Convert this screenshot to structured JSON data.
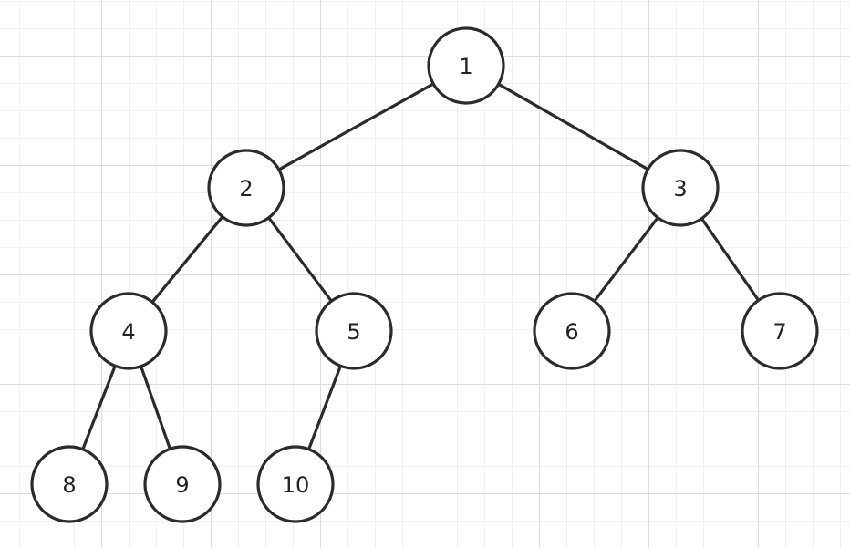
{
  "diagram": {
    "type": "binary-tree",
    "nodes": [
      {
        "id": "1",
        "label": "1"
      },
      {
        "id": "2",
        "label": "2"
      },
      {
        "id": "3",
        "label": "3"
      },
      {
        "id": "4",
        "label": "4"
      },
      {
        "id": "5",
        "label": "5"
      },
      {
        "id": "6",
        "label": "6"
      },
      {
        "id": "7",
        "label": "7"
      },
      {
        "id": "8",
        "label": "8"
      },
      {
        "id": "9",
        "label": "9"
      },
      {
        "id": "10",
        "label": "10"
      }
    ],
    "edges": [
      {
        "from": "1",
        "to": "2"
      },
      {
        "from": "1",
        "to": "3"
      },
      {
        "from": "2",
        "to": "4"
      },
      {
        "from": "2",
        "to": "5"
      },
      {
        "from": "3",
        "to": "6"
      },
      {
        "from": "3",
        "to": "7"
      },
      {
        "from": "4",
        "to": "8"
      },
      {
        "from": "4",
        "to": "9"
      },
      {
        "from": "5",
        "to": "10"
      }
    ]
  }
}
